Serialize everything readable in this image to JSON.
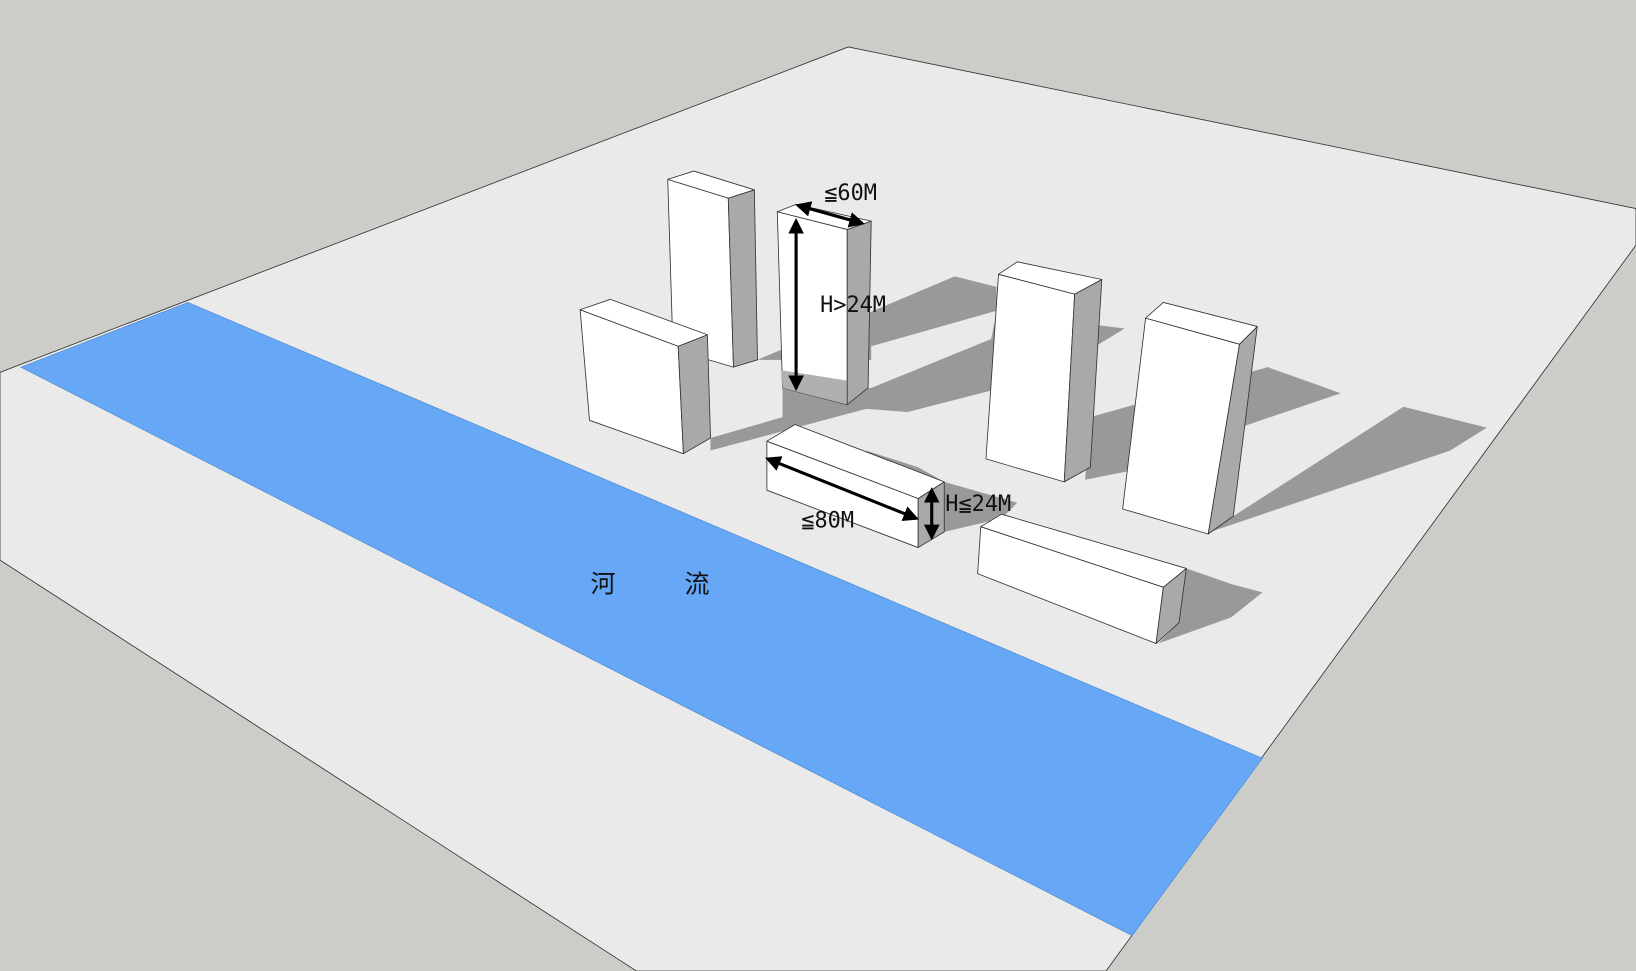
{
  "colors": {
    "background": "#cccdc8",
    "ground": "#eaeaea",
    "river": "#66a8f5",
    "shadow": "#999999",
    "building": "#ffffff",
    "building_side": "#a9a9a9"
  },
  "river": {
    "label_1": "河",
    "label_2": "流"
  },
  "annotations": {
    "tall_width": "≦60M",
    "tall_height": "H>24M",
    "low_length": "≦80M",
    "low_height": "H≦24M"
  }
}
